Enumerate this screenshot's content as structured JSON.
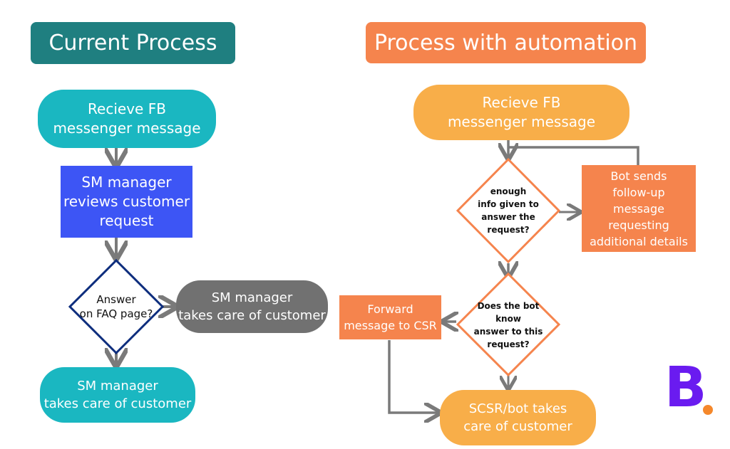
{
  "left": {
    "title": "Current Process",
    "receive": "Recieve FB\nmessenger message",
    "review": "SM manager\nreviews customer\nrequest",
    "decision": "Answer\non FAQ page?",
    "side": "SM manager\ntakes care of customer",
    "end": "SM manager\ntakes care of customer"
  },
  "right": {
    "title": "Process with automation",
    "receive": "Recieve FB\nmessenger message",
    "decision1": "enough\ninfo given to\nanswer the\nrequest?",
    "followup": "Bot sends\nfollow-up\nmessage\nrequesting\nadditional details",
    "decision2": "Does the bot\nknow\nanswer to this\nrequest?",
    "forward": "Forward\nmessage to CSR",
    "end": "SCSR/bot takes\ncare of customer"
  },
  "logo": {
    "letter": "B",
    "dot_color": "#f5882b"
  },
  "colors": {
    "teal_dark": "#1f7f80",
    "teal": "#1ab7c1",
    "blue": "#3d55f5",
    "navy": "#0d2d7d",
    "gray": "#717171",
    "orange": "#f5844d",
    "orange_light": "#f8ae49",
    "purple": "#6a1bf0",
    "arrow": "#7a7a7a"
  }
}
